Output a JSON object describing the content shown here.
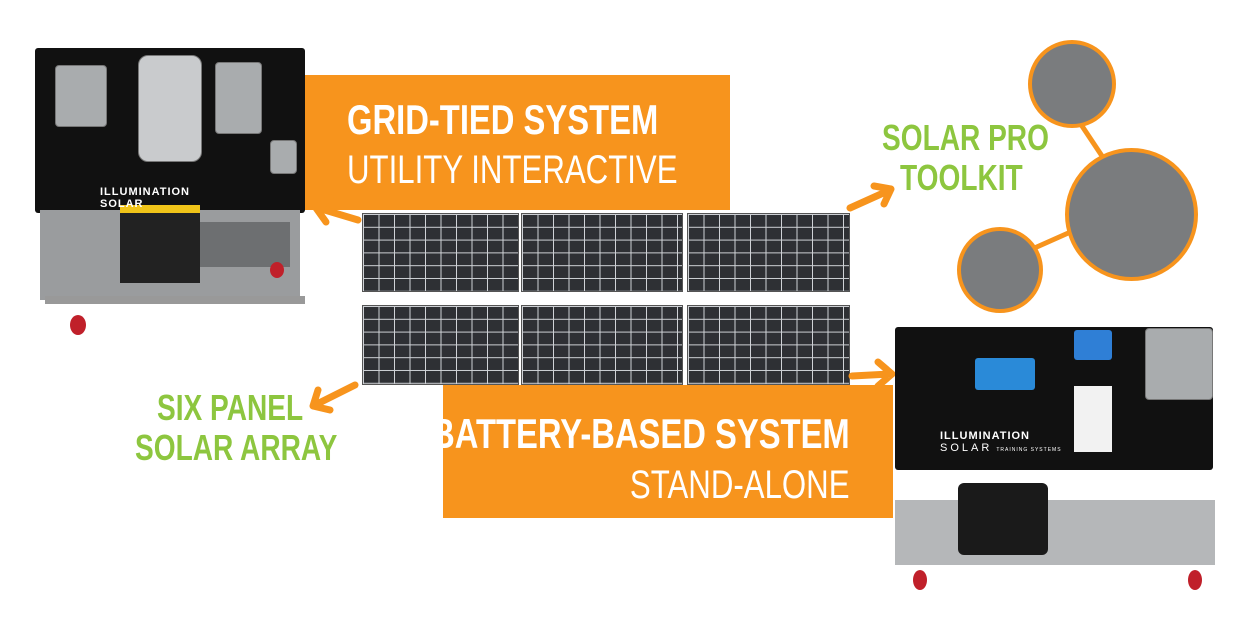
{
  "colors": {
    "accent_orange": "#f7941d",
    "accent_green": "#8dc63f",
    "panel": "#2e3034"
  },
  "grid_tied": {
    "title": "GRID-TIED SYSTEM",
    "subtitle": "UTILITY INTERACTIVE"
  },
  "battery": {
    "title": "BATTERY-BASED SYSTEM",
    "subtitle": "STAND-ALONE"
  },
  "toolkit": {
    "line1": "SOLAR PRO",
    "line2": "TOOLKIT"
  },
  "array": {
    "line1": "SIX PANEL",
    "line2": "SOLAR ARRAY"
  },
  "logo": {
    "line1": "ILLUMINATION",
    "line2": "SOLAR",
    "line3": "TRAINING SYSTEMS"
  }
}
